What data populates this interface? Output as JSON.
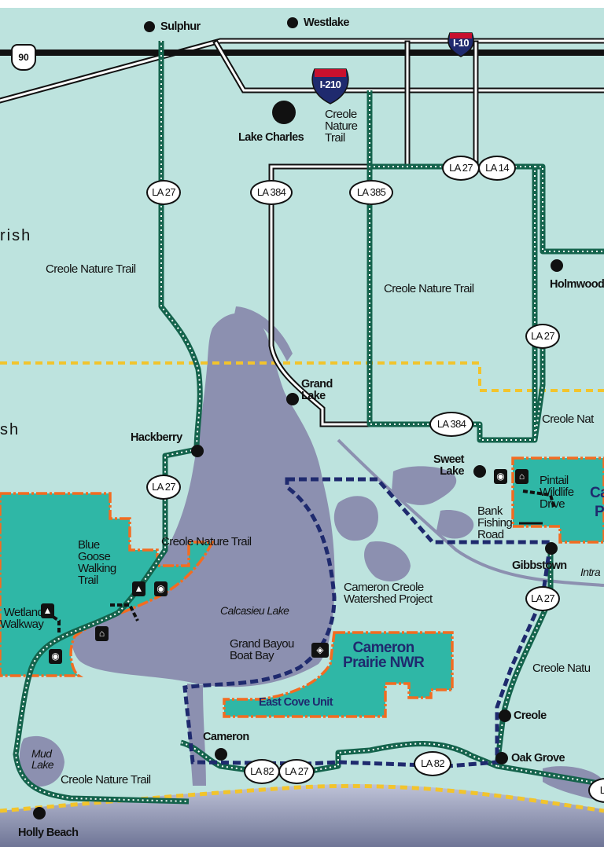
{
  "places": {
    "sulphur": "Sulphur",
    "westlake": "Westlake",
    "lake_charles": "Lake Charles",
    "grand_lake": "Grand\nLake",
    "hackberry": "Hackberry",
    "sweet_lake": "Sweet\nLake",
    "holmwood": "Holmwood",
    "gibbstown": "Gibbstown",
    "creole": "Creole",
    "oak_grove": "Oak Grove",
    "cameron": "Cameron",
    "holly_beach": "Holly Beach"
  },
  "parishes": {
    "calcasieu_fragment": "rish",
    "cameron_fragment": "sh"
  },
  "water": {
    "calcasieu_lake": "Calcasieu Lake",
    "mud_lake": "Mud\nLake",
    "intracoastal_fragment": "Intra"
  },
  "trails": {
    "creole_nature_trail": "Creole Nature Trail",
    "creole_nature_trail_stacked": "Creole\nNature\nTrail",
    "creole_nat_fragment": "Creole Nat",
    "creole_natu_fragment": "Creole Natu",
    "cameron_creole_watershed": "Cameron Creole\nWatershed Project",
    "blue_goose": "Blue\nGoose\nWalking\nTrail",
    "wetland_walkway": "Wetland\nWalkway",
    "pintail_wildlife_drive": "Pintail\nWildlife\nDrive",
    "bank_fishing_road": "Bank\nFishing\nRoad",
    "grand_bayou_boat_bay": "Grand Bayou\nBoat Bay"
  },
  "refuges": {
    "cameron_prairie_nwr": "Cameron\nPrairie NWR",
    "east_cove_unit": "East Cove Unit",
    "cameron_fragment_a": "Ca",
    "cameron_fragment_b": "P"
  },
  "highways": {
    "us90": "90",
    "i10": "I-10",
    "i210": "I-210",
    "la27": "LA 27",
    "la14": "LA 14",
    "la384": "LA 384",
    "la385": "LA 385",
    "la82": "LA 82",
    "la_fragment": "LA"
  },
  "colors": {
    "land": "#bde3de",
    "water": "#8c90b0",
    "refuge_fill": "#2fb7a6",
    "refuge_border": "#f36c21",
    "trail_green": "#14634c",
    "watershed_blue": "#1f2a6e",
    "parish_line": "#f2c42c",
    "beach": "#f2c42c"
  },
  "icons": {
    "restroom": "restroom-icon",
    "picnic": "picnic-shelter-icon",
    "tower": "observation-tower-icon",
    "fishing": "fishing-icon"
  }
}
